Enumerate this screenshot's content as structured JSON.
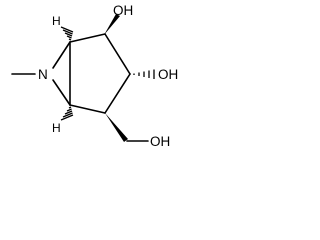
{
  "structure": {
    "atoms": {
      "n": "N",
      "oh_top": "OH",
      "oh_right": "OH",
      "oh_bottom": "OH",
      "h_top": "H",
      "h_bottom": "H"
    },
    "colors": {
      "bond": "#000000",
      "text": "#000000",
      "background": "#ffffff"
    }
  }
}
